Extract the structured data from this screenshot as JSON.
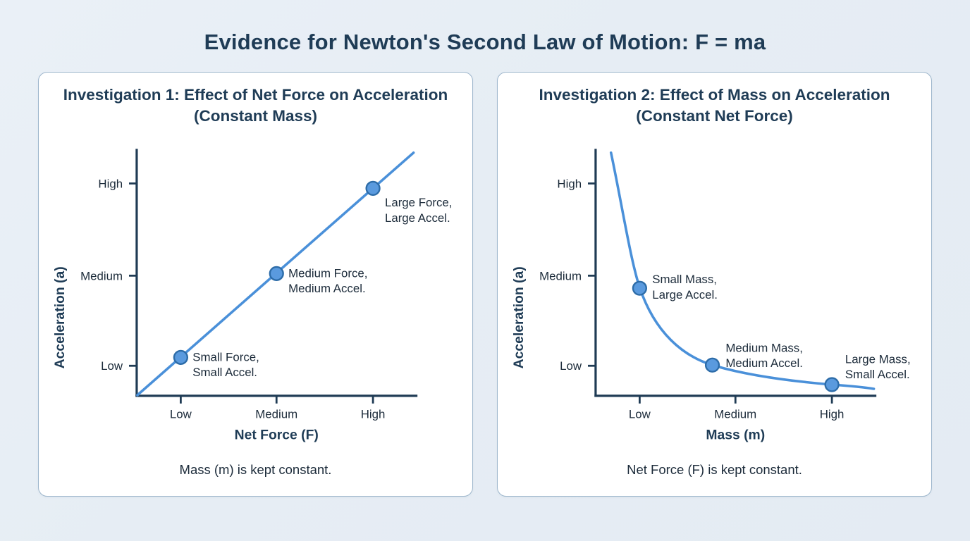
{
  "page": {
    "title": "Evidence for Newton's Second Law of Motion: F = ma",
    "background_color": "#e8eef5",
    "accent_color": "#4a90d9",
    "title_color": "#1f3c56",
    "marker_fill": "#5a9ade",
    "marker_stroke": "#2d6ca8",
    "axis_color": "#1f3b54",
    "card_border_color": "#9db6cc",
    "card_background": "#ffffff"
  },
  "panels": [
    {
      "title": "Investigation 1: Effect of Net Force on Acceleration (Constant Mass)",
      "caption": "Mass (m) is kept constant.",
      "xlabel": "Net Force (F)",
      "ylabel": "Acceleration (a)",
      "xticks": [
        "Low",
        "Medium",
        "High"
      ],
      "yticks": [
        "Low",
        "Medium",
        "High"
      ],
      "annotations": [
        {
          "line1": "Small Force,",
          "line2": "Small Accel."
        },
        {
          "line1": "Medium Force,",
          "line2": "Medium Accel."
        },
        {
          "line1": "Large Force,",
          "line2": "Large Accel."
        }
      ]
    },
    {
      "title": "Investigation 2: Effect of Mass on Acceleration (Constant Net Force)",
      "caption": "Net Force (F) is kept constant.",
      "xlabel": "Mass (m)",
      "ylabel": "Acceleration (a)",
      "xticks": [
        "Low",
        "Medium",
        "High"
      ],
      "yticks": [
        "Low",
        "Medium",
        "High"
      ],
      "annotations": [
        {
          "line1": "Small Mass,",
          "line2": "Large Accel."
        },
        {
          "line1": "Medium Mass,",
          "line2": "Medium Accel."
        },
        {
          "line1": "Large Mass,",
          "line2": "Small Accel."
        }
      ]
    }
  ],
  "chart_data": [
    {
      "type": "line",
      "title": "Investigation 1: Effect of Net Force on Acceleration (Constant Mass)",
      "xlabel": "Net Force (F)",
      "ylabel": "Acceleration (a)",
      "categories": [
        "Low",
        "Medium",
        "High"
      ],
      "x": [
        1,
        2,
        3
      ],
      "values": [
        1,
        2,
        3
      ],
      "relationship": "directly proportional (a increases linearly with F)",
      "xlim": [
        0,
        3.6
      ],
      "ylim": [
        0,
        3.6
      ],
      "grid": false,
      "legend": "none",
      "point_labels": [
        "Small Force, Small Accel.",
        "Medium Force, Medium Accel.",
        "Large Force, Large Accel."
      ],
      "caption": "Mass (m) is kept constant."
    },
    {
      "type": "line",
      "title": "Investigation 2: Effect of Mass on Acceleration (Constant Net Force)",
      "xlabel": "Mass (m)",
      "ylabel": "Acceleration (a)",
      "categories": [
        "Low",
        "Medium",
        "High"
      ],
      "x": [
        1,
        2,
        3
      ],
      "values": [
        3,
        1.5,
        1
      ],
      "relationship": "inversely proportional (a decreases as m increases)",
      "xlim": [
        0.55,
        3.6
      ],
      "ylim": [
        0,
        3.9
      ],
      "grid": false,
      "legend": "none",
      "point_labels": [
        "Small Mass, Large Accel.",
        "Medium Mass, Medium Accel.",
        "Large Mass, Small Accel."
      ],
      "caption": "Net Force (F) is kept constant."
    }
  ]
}
